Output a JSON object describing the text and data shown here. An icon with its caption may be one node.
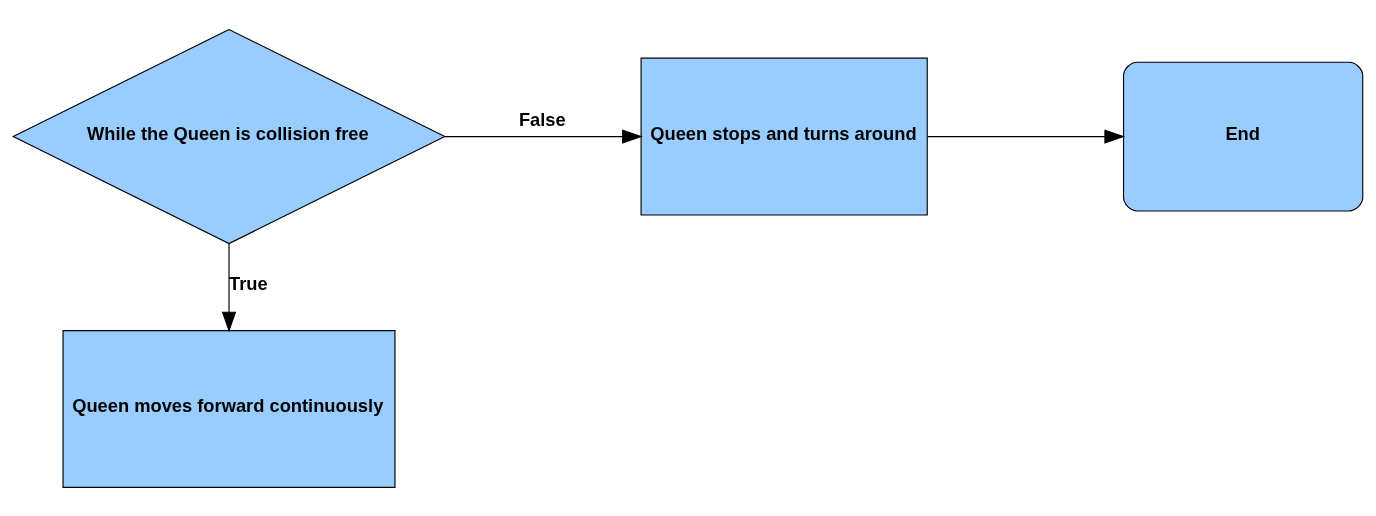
{
  "diagram": {
    "nodes": [
      {
        "text": [
          "While the Queen is collision free"
        ]
      },
      {
        "text": [
          "Queen stops and turns around"
        ]
      },
      {
        "text": [
          "End"
        ]
      },
      {
        "text": [
          "Queen moves forward continuously"
        ]
      }
    ],
    "edges": [
      {
        "from": 0,
        "to": 1,
        "arrow": "to",
        "label": "False"
      },
      {
        "from": 1,
        "to": 2,
        "arrow": "to"
      },
      {
        "from": 0,
        "to": 3,
        "arrow": "to",
        "label": "True"
      }
    ]
  }
}
